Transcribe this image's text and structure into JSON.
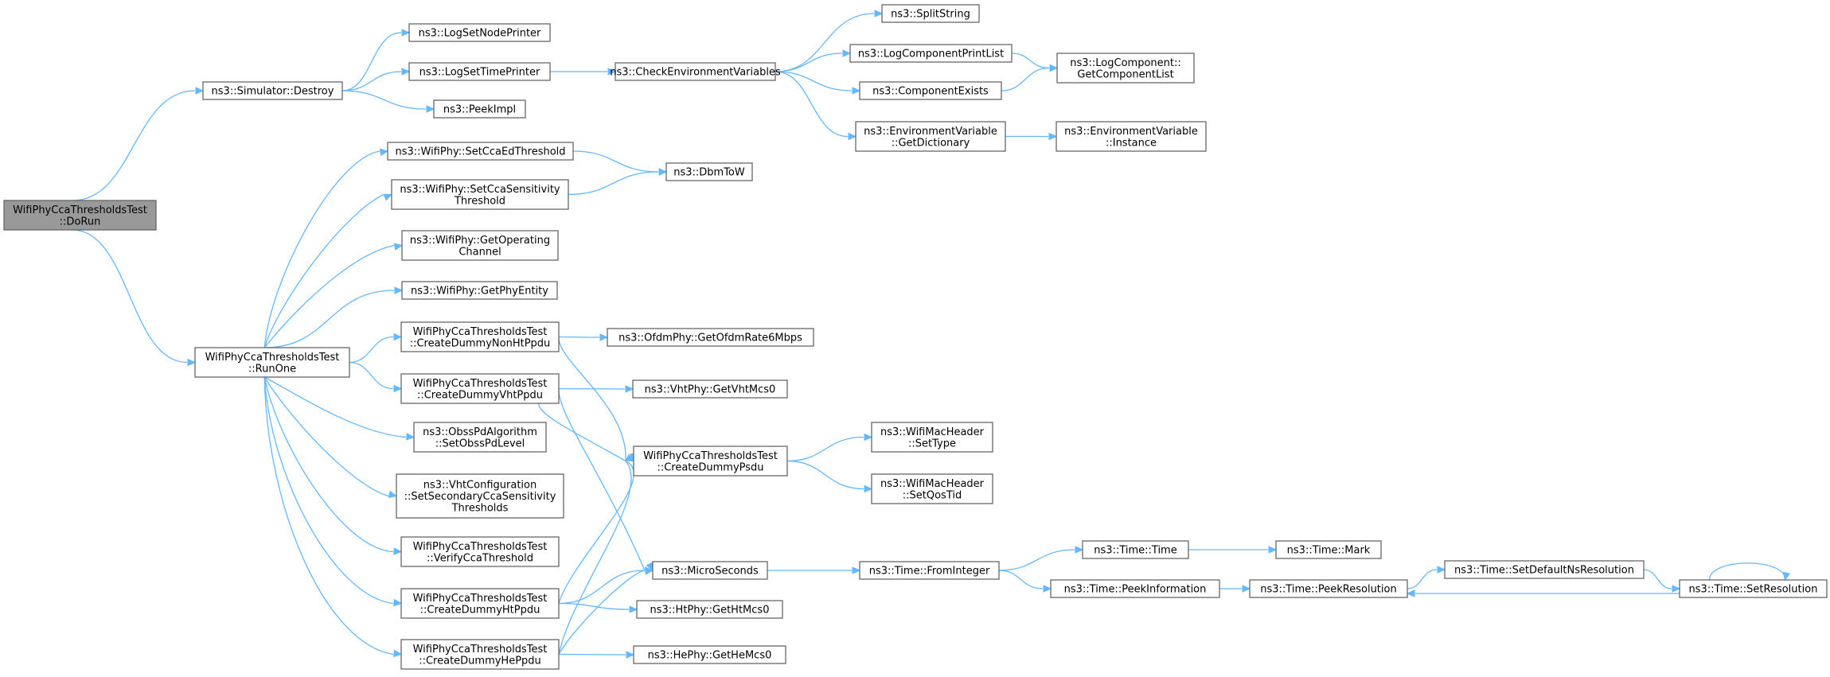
{
  "graph": {
    "title": "",
    "colors": {
      "edge": "#63b8ff",
      "node_border": "#666666",
      "root_fill": "#999999",
      "node_fill": "#ffffff"
    },
    "nodes": [
      {
        "id": "dorun",
        "lines": [
          "WifiPhyCcaThresholdsTest",
          "::DoRun"
        ],
        "root": true
      },
      {
        "id": "simdestroy",
        "lines": [
          "ns3::Simulator::Destroy"
        ]
      },
      {
        "id": "runone",
        "lines": [
          "WifiPhyCcaThresholdsTest",
          "::RunOne"
        ]
      },
      {
        "id": "logsetnode",
        "lines": [
          "ns3::LogSetNodePrinter"
        ]
      },
      {
        "id": "logsettime",
        "lines": [
          "ns3::LogSetTimePrinter"
        ]
      },
      {
        "id": "peekimpl",
        "lines": [
          "ns3::PeekImpl"
        ]
      },
      {
        "id": "checkenv",
        "lines": [
          "ns3::CheckEnvironmentVariables"
        ]
      },
      {
        "id": "splitstring",
        "lines": [
          "ns3::SplitString"
        ]
      },
      {
        "id": "logcompprint",
        "lines": [
          "ns3::LogComponentPrintList"
        ]
      },
      {
        "id": "compexists",
        "lines": [
          "ns3::ComponentExists"
        ]
      },
      {
        "id": "getcomplist",
        "lines": [
          "ns3::LogComponent::",
          "GetComponentList"
        ]
      },
      {
        "id": "envgetdict",
        "lines": [
          "ns3::EnvironmentVariable",
          "::GetDictionary"
        ]
      },
      {
        "id": "envinstance",
        "lines": [
          "ns3::EnvironmentVariable",
          "::Instance"
        ]
      },
      {
        "id": "setccaed",
        "lines": [
          "ns3::WifiPhy::SetCcaEdThreshold"
        ]
      },
      {
        "id": "setccasens",
        "lines": [
          "ns3::WifiPhy::SetCcaSensitivity",
          "Threshold"
        ]
      },
      {
        "id": "dbmtow",
        "lines": [
          "ns3::DbmToW"
        ]
      },
      {
        "id": "getopchan",
        "lines": [
          "ns3::WifiPhy::GetOperating",
          "Channel"
        ]
      },
      {
        "id": "getphyent",
        "lines": [
          "ns3::WifiPhy::GetPhyEntity"
        ]
      },
      {
        "id": "dummynonht",
        "lines": [
          "WifiPhyCcaThresholdsTest",
          "::CreateDummyNonHtPpdu"
        ]
      },
      {
        "id": "ofdmrate",
        "lines": [
          "ns3::OfdmPhy::GetOfdmRate6Mbps"
        ]
      },
      {
        "id": "dummyvht",
        "lines": [
          "WifiPhyCcaThresholdsTest",
          "::CreateDummyVhtPpdu"
        ]
      },
      {
        "id": "vhtmcs0",
        "lines": [
          "ns3::VhtPhy::GetVhtMcs0"
        ]
      },
      {
        "id": "dummypsdu",
        "lines": [
          "WifiPhyCcaThresholdsTest",
          "::CreateDummyPsdu"
        ]
      },
      {
        "id": "settype",
        "lines": [
          "ns3::WifiMacHeader",
          "::SetType"
        ]
      },
      {
        "id": "setqostid",
        "lines": [
          "ns3::WifiMacHeader",
          "::SetQosTid"
        ]
      },
      {
        "id": "obsspd",
        "lines": [
          "ns3::ObssPdAlgorithm",
          "::SetObssPdLevel"
        ]
      },
      {
        "id": "vhtconf",
        "lines": [
          "ns3::VhtConfiguration",
          "::SetSecondaryCcaSensitivity",
          "Thresholds"
        ]
      },
      {
        "id": "verifycca",
        "lines": [
          "WifiPhyCcaThresholdsTest",
          "::VerifyCcaThreshold"
        ]
      },
      {
        "id": "dummyht",
        "lines": [
          "WifiPhyCcaThresholdsTest",
          "::CreateDummyHtPpdu"
        ]
      },
      {
        "id": "dummyhe",
        "lines": [
          "WifiPhyCcaThresholdsTest",
          "::CreateDummyHePpdu"
        ]
      },
      {
        "id": "microsec",
        "lines": [
          "ns3::MicroSeconds"
        ]
      },
      {
        "id": "htmcs0",
        "lines": [
          "ns3::HtPhy::GetHtMcs0"
        ]
      },
      {
        "id": "hemcs0",
        "lines": [
          "ns3::HePhy::GetHeMcs0"
        ]
      },
      {
        "id": "frominteger",
        "lines": [
          "ns3::Time::FromInteger"
        ]
      },
      {
        "id": "timetime",
        "lines": [
          "ns3::Time::Time"
        ]
      },
      {
        "id": "peekinfo",
        "lines": [
          "ns3::Time::PeekInformation"
        ]
      },
      {
        "id": "timemark",
        "lines": [
          "ns3::Time::Mark"
        ]
      },
      {
        "id": "peekres",
        "lines": [
          "ns3::Time::PeekResolution"
        ]
      },
      {
        "id": "setdefns",
        "lines": [
          "ns3::Time::SetDefaultNsResolution"
        ]
      },
      {
        "id": "setres",
        "lines": [
          "ns3::Time::SetResolution"
        ]
      }
    ],
    "edges": [
      {
        "from": "dorun",
        "to": "simdestroy"
      },
      {
        "from": "dorun",
        "to": "runone"
      },
      {
        "from": "simdestroy",
        "to": "logsetnode"
      },
      {
        "from": "simdestroy",
        "to": "logsettime"
      },
      {
        "from": "simdestroy",
        "to": "peekimpl"
      },
      {
        "from": "logsettime",
        "to": "checkenv"
      },
      {
        "from": "checkenv",
        "to": "splitstring"
      },
      {
        "from": "checkenv",
        "to": "logcompprint"
      },
      {
        "from": "checkenv",
        "to": "compexists"
      },
      {
        "from": "checkenv",
        "to": "envgetdict"
      },
      {
        "from": "logcompprint",
        "to": "getcomplist"
      },
      {
        "from": "compexists",
        "to": "getcomplist"
      },
      {
        "from": "envgetdict",
        "to": "envinstance"
      },
      {
        "from": "runone",
        "to": "setccaed"
      },
      {
        "from": "runone",
        "to": "setccasens"
      },
      {
        "from": "runone",
        "to": "getopchan"
      },
      {
        "from": "runone",
        "to": "getphyent"
      },
      {
        "from": "runone",
        "to": "dummynonht"
      },
      {
        "from": "runone",
        "to": "dummyvht"
      },
      {
        "from": "runone",
        "to": "obsspd"
      },
      {
        "from": "runone",
        "to": "vhtconf"
      },
      {
        "from": "runone",
        "to": "verifycca"
      },
      {
        "from": "runone",
        "to": "dummyht"
      },
      {
        "from": "runone",
        "to": "dummyhe"
      },
      {
        "from": "setccaed",
        "to": "dbmtow"
      },
      {
        "from": "setccasens",
        "to": "dbmtow"
      },
      {
        "from": "dummynonht",
        "to": "ofdmrate"
      },
      {
        "from": "dummynonht",
        "to": "dummypsdu"
      },
      {
        "from": "dummyvht",
        "to": "vhtmcs0"
      },
      {
        "from": "dummyvht",
        "to": "dummypsdu"
      },
      {
        "from": "dummyvht",
        "to": "microsec"
      },
      {
        "from": "dummypsdu",
        "to": "settype"
      },
      {
        "from": "dummypsdu",
        "to": "setqostid"
      },
      {
        "from": "dummyht",
        "to": "microsec"
      },
      {
        "from": "dummyht",
        "to": "htmcs0"
      },
      {
        "from": "dummyht",
        "to": "dummypsdu"
      },
      {
        "from": "dummyhe",
        "to": "microsec"
      },
      {
        "from": "dummyhe",
        "to": "hemcs0"
      },
      {
        "from": "dummyhe",
        "to": "dummypsdu"
      },
      {
        "from": "microsec",
        "to": "frominteger"
      },
      {
        "from": "frominteger",
        "to": "timetime"
      },
      {
        "from": "frominteger",
        "to": "peekinfo"
      },
      {
        "from": "timetime",
        "to": "timemark"
      },
      {
        "from": "peekinfo",
        "to": "peekres"
      },
      {
        "from": "peekres",
        "to": "setdefns"
      },
      {
        "from": "setdefns",
        "to": "setres"
      },
      {
        "from": "setres",
        "to": "peekres"
      },
      {
        "from": "setres",
        "to": "setres"
      }
    ]
  }
}
